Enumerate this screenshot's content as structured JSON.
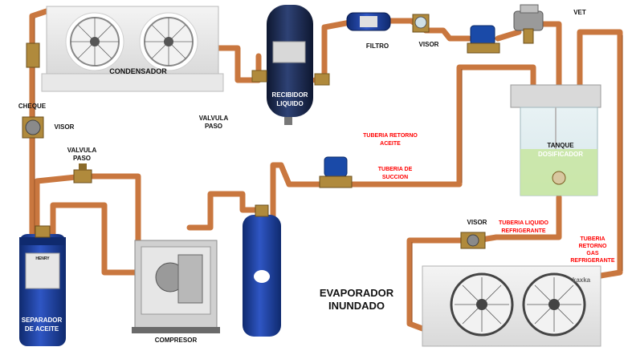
{
  "components": {
    "condensador": "CONDENSADOR",
    "recibidor_line1": "RECIBIDOR",
    "recibidor_line2": "LIQUIDO",
    "filtro": "FILTRO",
    "visor_top": "VISOR",
    "vet": "VET",
    "cheque": "CHEQUE",
    "visor_left": "VISOR",
    "valvula_paso_1_line1": "VALVULA",
    "valvula_paso_1_line2": "PASO",
    "valvula_paso_2_line1": "VALVULA",
    "valvula_paso_2_line2": "PASO",
    "tanque_line1": "TANQUE",
    "tanque_line2": "DOSIFICADOR",
    "separador_line1": "SEPARADOR",
    "separador_line2": "DE ACEITE",
    "compresor": "COMPRESOR",
    "evaporador_line1": "EVAPORADOR",
    "evaporador_line2": "INUNDADO",
    "visor_mid": "VISOR",
    "separador_brand": "HENRY",
    "accumulator_brand": "",
    "evaporator_brand": "kaxka"
  },
  "lines": {
    "retorno_aceite_line1": "TUBERIA RETORNO",
    "retorno_aceite_line2": "ACEITE",
    "succion_line1": "TUBERIA DE",
    "succion_line2": "SUCCION",
    "liquido_line1": "TUBERIA LIQUIDO",
    "liquido_line2": "REFRIGERANTE",
    "retorno_gas_line1": "TUBERIA",
    "retorno_gas_line2": "RETORNO",
    "retorno_gas_line3": "GAS",
    "retorno_gas_line4": "REFRIGERANTE"
  },
  "colors": {
    "copper": "#c9773f",
    "copper_dark": "#8a4a20",
    "red_label": "#ff0000",
    "tank_liquid": "#c8e6a0",
    "vessel_blue": "#1a3a8c",
    "receiver_navy": "#1c2a52"
  }
}
